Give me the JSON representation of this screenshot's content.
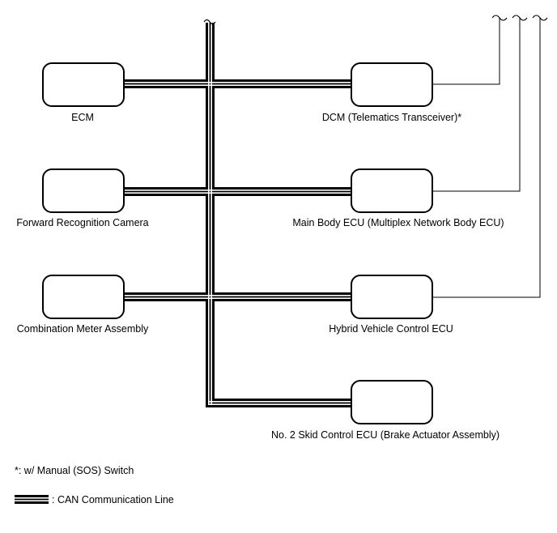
{
  "ecus": {
    "ecm": "ECM",
    "dcm": "DCM (Telematics Transceiver)*",
    "forward_camera": "Forward Recognition Camera",
    "main_body_ecu": "Main Body ECU (Multiplex Network Body ECU)",
    "combination_meter": "Combination Meter Assembly",
    "hybrid_vehicle_ecu": "Hybrid Vehicle Control ECU",
    "skid_control_ecu": "No. 2 Skid Control ECU (Brake Actuator Assembly)"
  },
  "notes": {
    "footnote": "*: w/ Manual (SOS) Switch",
    "legend_label": ": CAN Communication Line"
  },
  "colors": {
    "line": "#000000",
    "background": "#ffffff"
  }
}
